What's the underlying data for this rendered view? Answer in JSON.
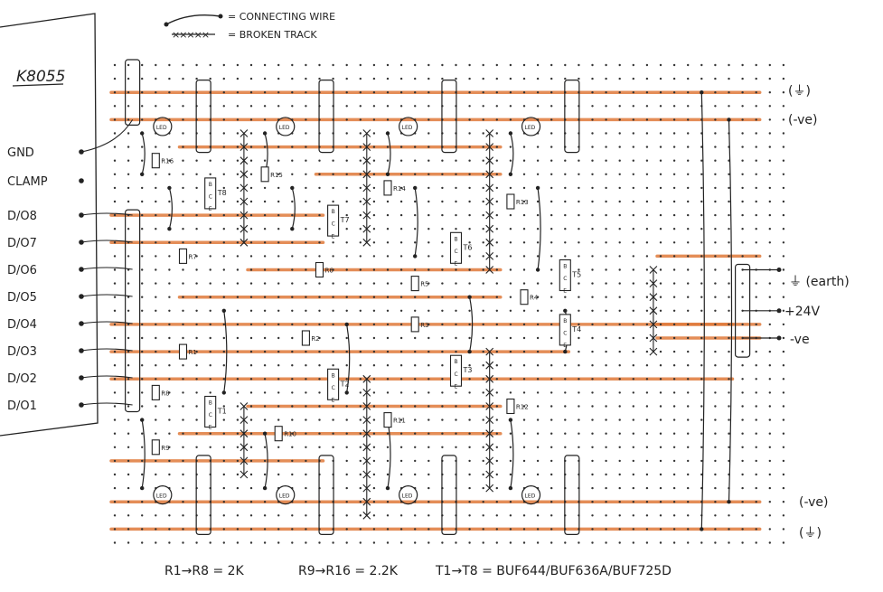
{
  "legend": {
    "connecting_wire": "= CONNECTING WIRE",
    "broken_track": "= BROKEN TRACK"
  },
  "board_name": "K8055",
  "connector_pins": [
    "GND",
    "CLAMP",
    "D/O8",
    "D/O7",
    "D/O6",
    "D/O5",
    "D/O4",
    "D/O3",
    "D/O2",
    "D/O1"
  ],
  "rail_labels": {
    "top_earth": "(⏚)",
    "top_negative": "(-ve)",
    "bottom_negative": "(-ve)",
    "bottom_earth": "(⏚)"
  },
  "terminal_labels": {
    "earth": "⏚ (earth)",
    "plus24v": "+24V",
    "negative": "-ve"
  },
  "resistors": [
    "R1",
    "R2",
    "R3",
    "R4",
    "R5",
    "R6",
    "R7",
    "R8",
    "R9",
    "R10",
    "R11",
    "R12",
    "R13",
    "R14",
    "R15",
    "R16"
  ],
  "transistors": [
    "T1",
    "T2",
    "T3",
    "T4",
    "T5",
    "T6",
    "T7",
    "T8"
  ],
  "led_label": "LED",
  "transistor_pins": {
    "b": "B",
    "c": "C",
    "e": "E"
  },
  "footer": {
    "r1_r8": "R1→R8 = 2K",
    "r9_r16": "R9→R16 = 2.2K",
    "t1_t8": "T1→T8 = BUF644/BUF636A/BUF725D"
  },
  "colors": {
    "track": "#e07a3a",
    "ink": "#222222",
    "dot": "#333333",
    "paper": "#ffffff"
  }
}
